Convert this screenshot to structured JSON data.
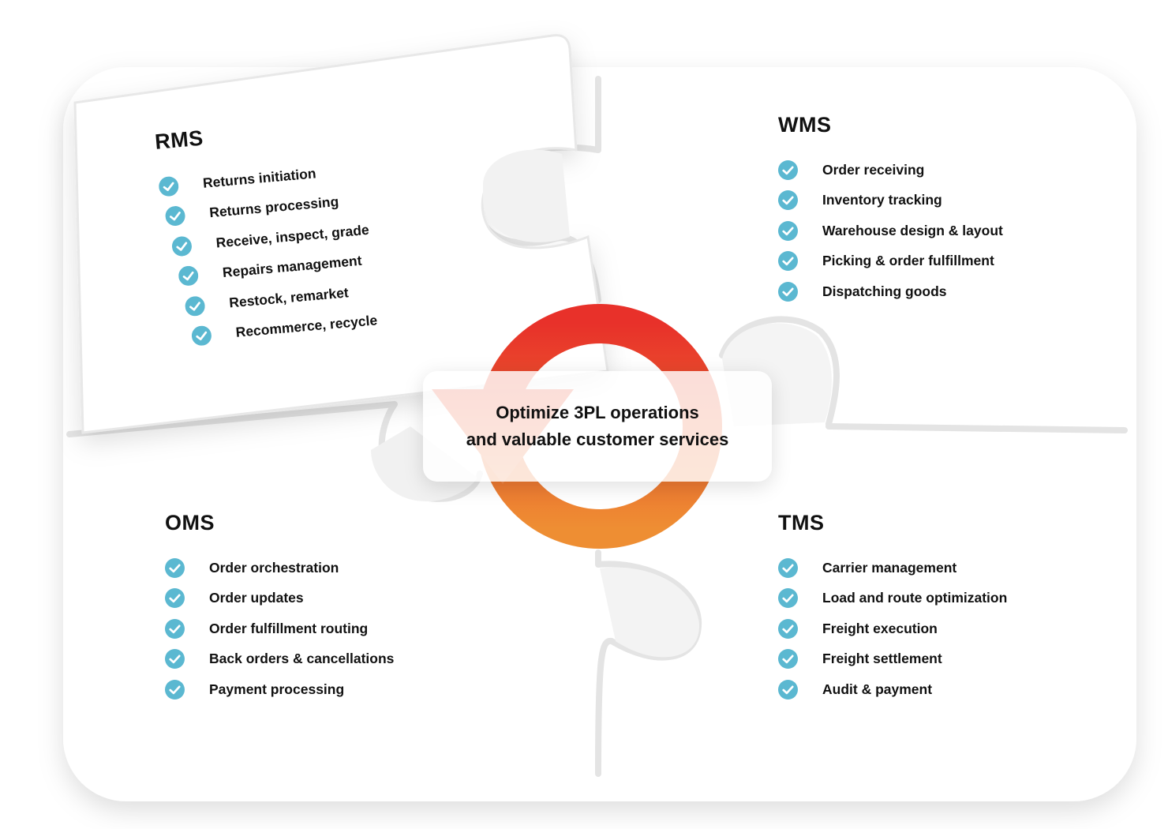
{
  "center": {
    "line1": "Optimize 3PL operations",
    "line2": "and valuable customer services"
  },
  "accent_colors": {
    "ring_top": "#E8312A",
    "ring_bottom": "#EE8E33",
    "check": "#5BB8D1"
  },
  "panels": {
    "rms": {
      "title": "RMS",
      "items": [
        "Returns initiation",
        "Returns processing",
        "Receive, inspect, grade",
        "Repairs management",
        "Restock, remarket",
        "Recommerce, recycle"
      ]
    },
    "wms": {
      "title": "WMS",
      "items": [
        "Order receiving",
        "Inventory tracking",
        "Warehouse design & layout",
        "Picking & order fulfillment",
        "Dispatching goods"
      ]
    },
    "oms": {
      "title": "OMS",
      "items": [
        "Order orchestration",
        "Order updates",
        "Order fulfillment routing",
        "Back orders & cancellations",
        "Payment processing"
      ]
    },
    "tms": {
      "title": "TMS",
      "items": [
        "Carrier management",
        "Load and route optimization",
        "Freight execution",
        "Freight settlement",
        "Audit & payment"
      ]
    }
  }
}
